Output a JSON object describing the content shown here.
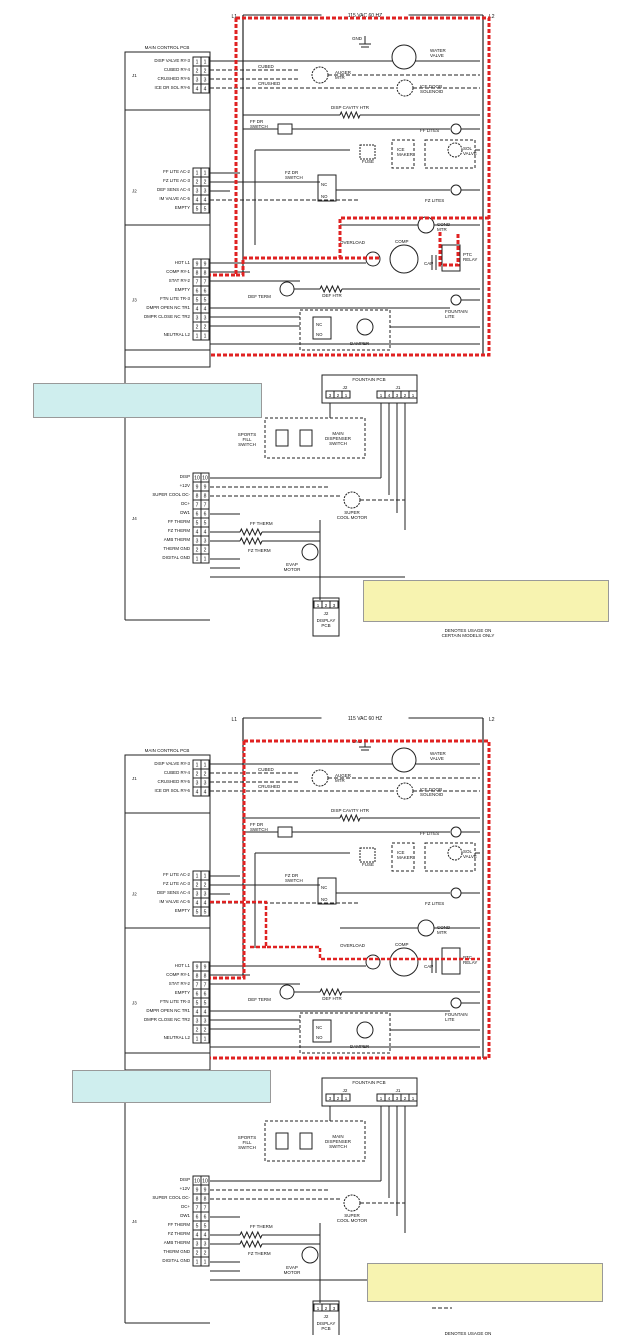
{
  "diagrams": [
    {
      "supply_label": "115 VAC 60 HZ",
      "line1": "L1",
      "line2": "L2",
      "main_pcb_title": "MAIN CONTROL PCB",
      "j1_label": "J1",
      "j2_label": "J2",
      "j3_label": "J3",
      "j4_label": "J4",
      "j1_pins": [
        {
          "label": "DISP VALVE RY-3",
          "n": "1"
        },
        {
          "label": "CUBED RY-4",
          "n": "2"
        },
        {
          "label": "CRUSHED RY-5",
          "n": "3"
        },
        {
          "label": "ICE DR SOL RY-6",
          "n": "4"
        }
      ],
      "j2_pins": [
        {
          "label": "FF LITE AC-2",
          "n": "1"
        },
        {
          "label": "FZ LITE AC-3",
          "n": "2"
        },
        {
          "label": "DEF SENS AC-4",
          "n": "3"
        },
        {
          "label": "IM VALVE AC-5",
          "n": "4"
        },
        {
          "label": "EMPTY",
          "n": "5"
        }
      ],
      "j3_pins": [
        {
          "label": "HOT L1",
          "n": "9"
        },
        {
          "label": "COMP RY-1",
          "n": "8"
        },
        {
          "label": "STAT RY-2",
          "n": "7"
        },
        {
          "label": "EMPTY",
          "n": "6"
        },
        {
          "label": "FTN LITE TR-3",
          "n": "5"
        },
        {
          "label": "DMPR OPEN NC TR1",
          "n": "4"
        },
        {
          "label": "DMPR CLOSE NC TR2",
          "n": "3"
        },
        {
          "label": "",
          "n": "2"
        },
        {
          "label": "NEUTRAL L2",
          "n": "1"
        }
      ],
      "j4_pins": [
        {
          "label": "DISP",
          "n": "10"
        },
        {
          "label": "+12V",
          "n": "9"
        },
        {
          "label": "SUPER COOL DC-",
          "n": "8"
        },
        {
          "label": "DC+",
          "n": "7"
        },
        {
          "label": "DW1",
          "n": "6"
        },
        {
          "label": "FF THERM",
          "n": "5"
        },
        {
          "label": "FZ THERM",
          "n": "4"
        },
        {
          "label": "AMB THERM",
          "n": "3"
        },
        {
          "label": "THERM GND",
          "n": "2"
        },
        {
          "label": "DIGITAL GND",
          "n": "1"
        }
      ],
      "labels": {
        "gnd": "GND",
        "water_valve": "WATER VALVE",
        "cubed": "CUBED",
        "crushed": "CRUSHED",
        "auger_mtr": "AUGER MTR",
        "ice_door_solenoid": "ICE DOOR SOLENOID",
        "disp_cavity_htr": "DISP CAVITY HTR",
        "ff_dr_switch": "FF DR SWITCH",
        "ff_lites": "FF LITES",
        "fuse": "FUSE",
        "ice_maker": "ICE MAKER",
        "sol_valve": "SOL VALVE",
        "fz_dr_switch": "FZ DR SWITCH",
        "nc": "NC",
        "no": "NO",
        "fz_lites": "FZ LITES",
        "cond_mtr": "COND MTR",
        "overload": "OVERLOAD",
        "comp": "COMP",
        "cap": "CAP",
        "ptc_relay": "PTC RELAY",
        "def_term": "DEF TERM",
        "def_htr": "DEF HTR",
        "fountain_lite": "FOUNTAIN LITE",
        "damper": "DAMPER",
        "fountain_pcb": "FOUNTAIN PCB",
        "fp_j2": "J2",
        "fp_j1": "J1",
        "sports_fill_switch": "SPORTS FILL SWITCH",
        "main_dispenser_switch": "MAIN DISPENSER SWITCH",
        "super_cool_motor": "SUPER COOL MOTOR",
        "ff_therm": "FF THERM",
        "fz_therm": "FZ THERM",
        "evap_motor": "EVAP MOTOR",
        "display_pcb": "DISPLAY PCB",
        "dp_j2": "J2",
        "denotes": "DENOTES USAGE ON CERTAIN MODELS ONLY"
      }
    },
    {
      "supply_label": "115 VAC 60 HZ",
      "line1": "L1",
      "line2": "L2",
      "main_pcb_title": "MAIN CONTROL PCB",
      "j1_label": "J1",
      "j2_label": "J2",
      "j3_label": "J3",
      "j4_label": "J4",
      "j1_pins": [
        {
          "label": "DISP VALVE RY-3",
          "n": "1"
        },
        {
          "label": "CUBED RY-4",
          "n": "2"
        },
        {
          "label": "CRUSHED RY-5",
          "n": "3"
        },
        {
          "label": "ICE DR SOL RY-6",
          "n": "4"
        }
      ],
      "j2_pins": [
        {
          "label": "FF LITE AC-2",
          "n": "1"
        },
        {
          "label": "FZ LITE AC-3",
          "n": "2"
        },
        {
          "label": "DEF SENS AC-4",
          "n": "3"
        },
        {
          "label": "IM VALVE AC-5",
          "n": "4"
        },
        {
          "label": "EMPTY",
          "n": "5"
        }
      ],
      "j3_pins": [
        {
          "label": "HOT L1",
          "n": "9"
        },
        {
          "label": "COMP RY-1",
          "n": "8"
        },
        {
          "label": "STAT RY-2",
          "n": "7"
        },
        {
          "label": "EMPTY",
          "n": "6"
        },
        {
          "label": "FTN LITE TR-3",
          "n": "5"
        },
        {
          "label": "DMPR OPEN NC TR1",
          "n": "4"
        },
        {
          "label": "DMPR CLOSE NC TR2",
          "n": "3"
        },
        {
          "label": "",
          "n": "2"
        },
        {
          "label": "NEUTRAL L2",
          "n": "1"
        }
      ],
      "j4_pins": [
        {
          "label": "DISP",
          "n": "10"
        },
        {
          "label": "+12V",
          "n": "9"
        },
        {
          "label": "SUPER COOL DC-",
          "n": "8"
        },
        {
          "label": "DC+",
          "n": "7"
        },
        {
          "label": "DW1",
          "n": "6"
        },
        {
          "label": "FF THERM",
          "n": "5"
        },
        {
          "label": "FZ THERM",
          "n": "4"
        },
        {
          "label": "AMB THERM",
          "n": "3"
        },
        {
          "label": "THERM GND",
          "n": "2"
        },
        {
          "label": "DIGITAL GND",
          "n": "1"
        }
      ],
      "labels": {
        "gnd": "GND",
        "water_valve": "WATER VALVE",
        "cubed": "CUBED",
        "crushed": "CRUSHED",
        "auger_mtr": "AUGER MTR",
        "ice_door_solenoid": "ICE DOOR SOLENOID",
        "disp_cavity_htr": "DISP CAVITY HTR",
        "ff_dr_switch": "FF DR SWITCH",
        "ff_lites": "FF LITES",
        "fuse": "FUSE",
        "ice_maker": "ICE MAKER",
        "sol_valve": "SOL VALVE",
        "fz_dr_switch": "FZ DR SWITCH",
        "nc": "NC",
        "no": "NO",
        "fz_lites": "FZ LITES",
        "cond_mtr": "COND MTR",
        "overload": "OVERLOAD",
        "comp": "COMP",
        "cap": "CAP",
        "ptc_relay": "PTC RELAY",
        "def_term": "DEF TERM",
        "def_htr": "DEF HTR",
        "fountain_lite": "FOUNTAIN LITE",
        "damper": "DAMPER",
        "fountain_pcb": "FOUNTAIN PCB",
        "fp_j2": "J2",
        "fp_j1": "J1",
        "sports_fill_switch": "SPORTS FILL SWITCH",
        "main_dispenser_switch": "MAIN DISPENSER SWITCH",
        "super_cool_motor": "SUPER COOL MOTOR",
        "ff_therm": "FF THERM",
        "fz_therm": "FZ THERM",
        "evap_motor": "EVAP MOTOR",
        "display_pcb": "DISPLAY PCB",
        "dp_j2": "J2",
        "denotes": "DENOTES USAGE ON CERTAIN MODELS ONLY"
      }
    }
  ],
  "highlight_color": "#e02222",
  "caption_blue_color": "#cfeeee",
  "caption_yellow_color": "#f7f3b0"
}
